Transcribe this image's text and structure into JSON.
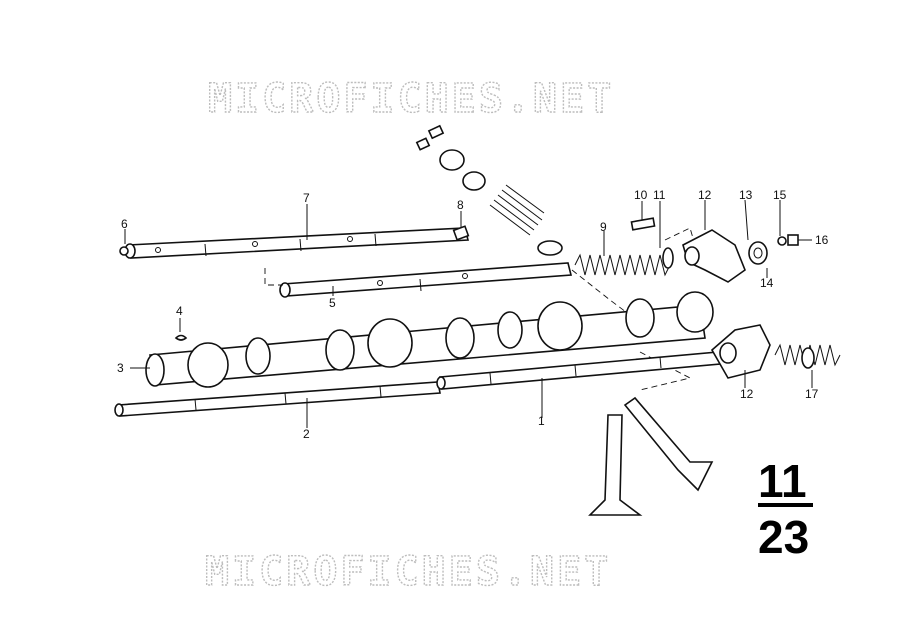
{
  "watermark": "MICROFICHES.NET",
  "page_number": {
    "top": "11",
    "bottom": "23"
  },
  "callouts": [
    "1",
    "2",
    "3",
    "4",
    "5",
    "6",
    "7",
    "8",
    "9",
    "10",
    "11",
    "12",
    "12",
    "13",
    "14",
    "15",
    "16",
    "17"
  ]
}
